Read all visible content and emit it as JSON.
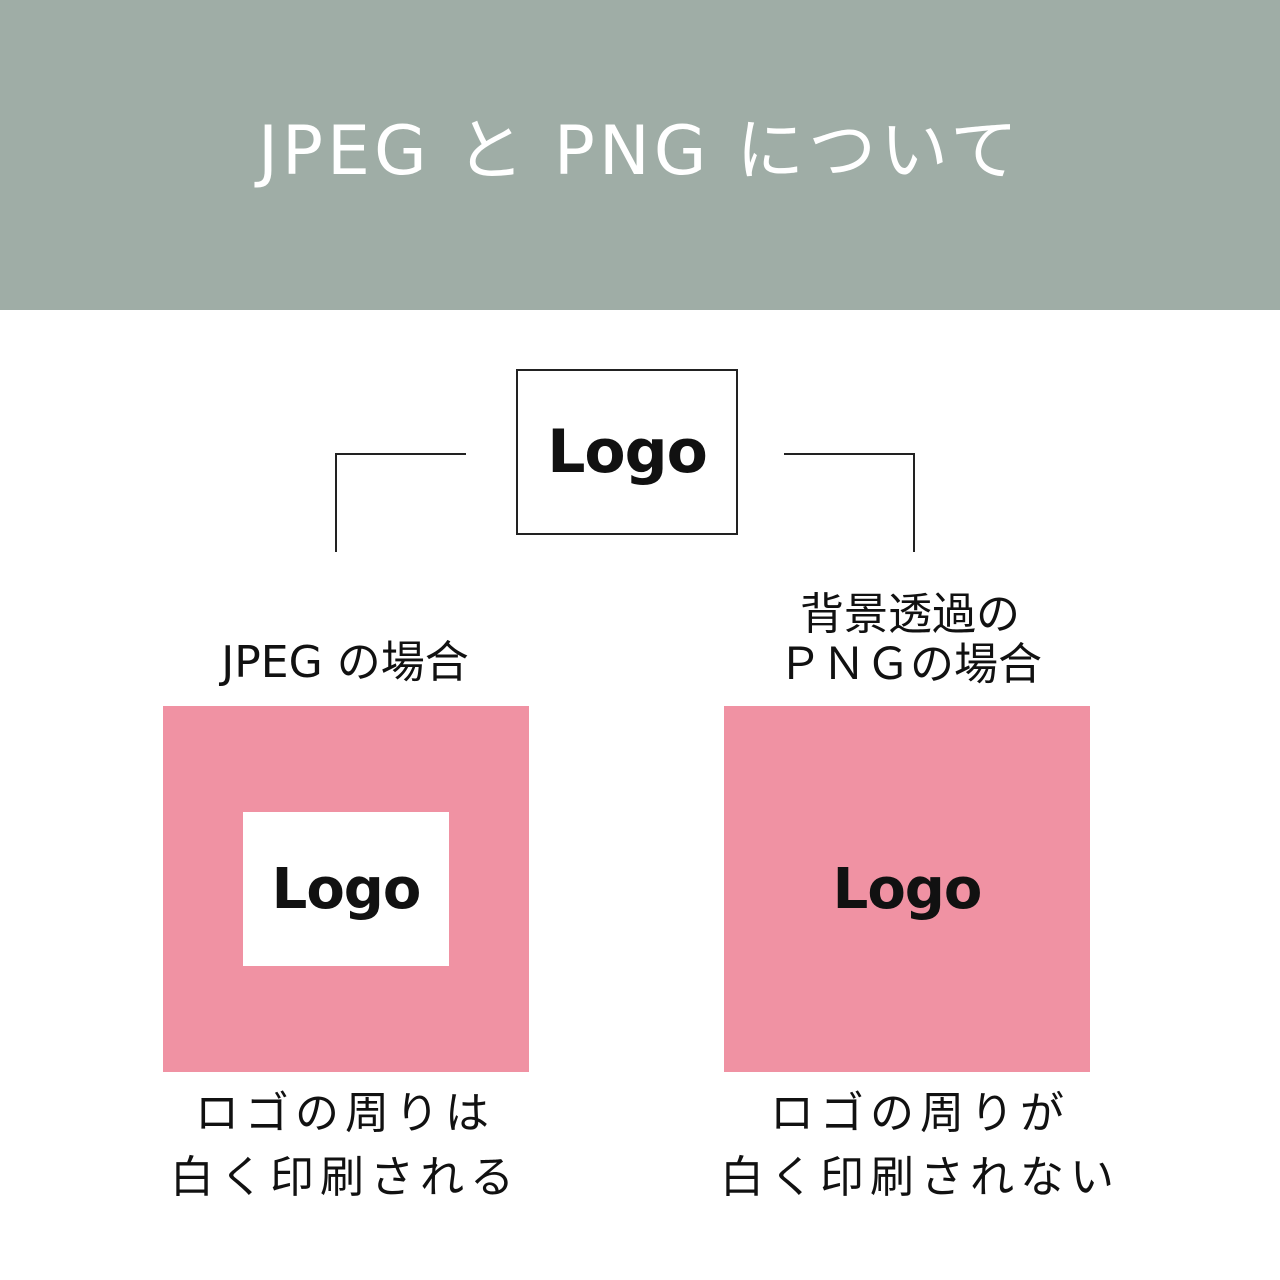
{
  "header": {
    "title": "JPEG と PNG について"
  },
  "logo_text": "Logo",
  "jpeg_case": {
    "label": "JPEG の場合",
    "caption_line1": "ロゴの周りは",
    "caption_line2": "白く印刷される"
  },
  "png_case": {
    "label_line1": "背景透過の",
    "label_line2": "ＰＮＧの場合",
    "caption_line1": "ロゴの周りが",
    "caption_line2": "白く印刷されない"
  },
  "colors": {
    "header_bg": "#9fada6",
    "pink": "#f092a3",
    "line": "#222222"
  }
}
